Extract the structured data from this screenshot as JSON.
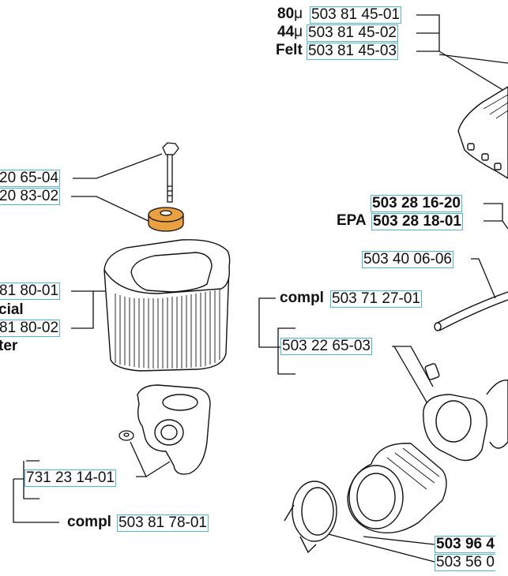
{
  "parts": {
    "filter_80": {
      "prefix": "80",
      "micro": "μ",
      "number": "503 81 45-01"
    },
    "filter_44": {
      "prefix": "44",
      "micro": "μ",
      "number": "503 81 45-02"
    },
    "filter_felt": {
      "prefix": "Felt",
      "number": "503 81 45-03"
    },
    "bolt": {
      "number": "20 65-04"
    },
    "nut": {
      "number": "20 83-02"
    },
    "std_filter": {
      "number": "81 80-01"
    },
    "special_label": "cial",
    "special_filter": {
      "number": "81 80-02"
    },
    "filter_label": "ter",
    "cover_std": {
      "number": "503 28 16-20"
    },
    "cover_epa": {
      "prefix": "EPA",
      "number": "503 28 18-01"
    },
    "hose": {
      "number": "503 40 06-06"
    },
    "compl_intake": {
      "prefix": "compl",
      "number": "503 71 27-01"
    },
    "intake_sub": {
      "number": "503 22 65-03"
    },
    "washer": {
      "number": "731 23 14-01"
    },
    "compl_bracket": {
      "prefix": "compl",
      "number": "503 81 78-01"
    },
    "boot": {
      "number": "503 96 4"
    },
    "clamp": {
      "number": "503 56 0"
    }
  },
  "colors": {
    "highlight": "#e8a040",
    "callout_border": "#4db8cf",
    "ink": "#111111"
  }
}
